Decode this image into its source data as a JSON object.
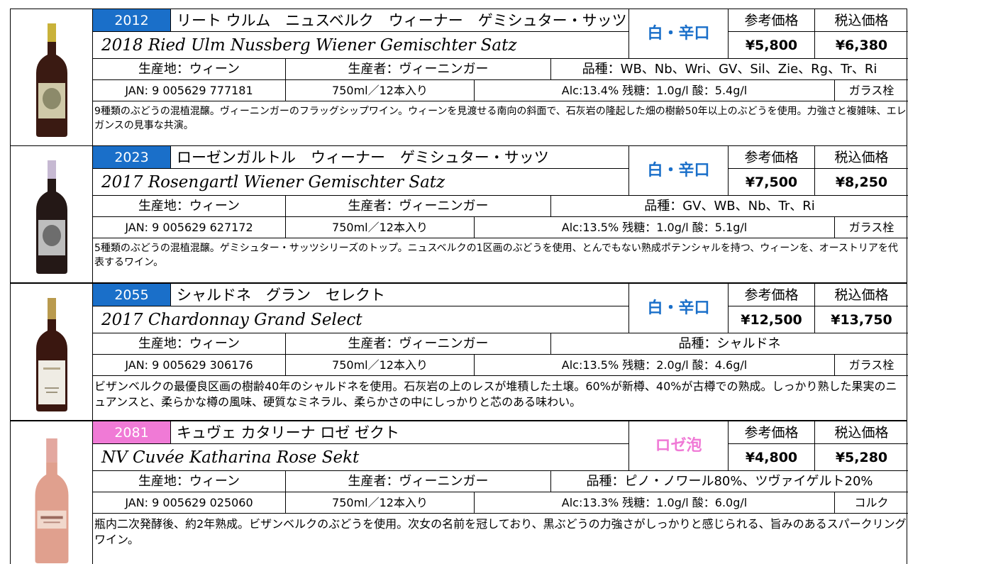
{
  "colors": {
    "white_wine": "#1a6fc9",
    "rose_wine": "#f07ad6"
  },
  "wines": [
    {
      "code": "2012",
      "name_ja": "リート ウルム　ニュスベルク　ウィーナー　ゲミシュター・サッツ",
      "name_en": "2018 Ried Ulm Nussberg Wiener Gemischter Satz",
      "type": "白・辛口",
      "price_ref_label": "参考価格",
      "price_tax_label": "税込価格",
      "price_ref": "¥5,800",
      "price_tax": "¥6,380",
      "region": "生産地：ウィーン",
      "producer": "生産者：ヴィーニンガー",
      "grapes": "品種：WB、Nb、Wri、GV、Sil、Zie、Rg、Tr、Ri",
      "jan": "JAN:  9 005629 777181",
      "volume": "750ml／12本入り",
      "analysis": "Alc:13.4%  残糖：1.0g/l  酸：5.4g/l",
      "closure": "ガラス栓",
      "description": "9種類のぶどうの混植混醸。ヴィーニンガーのフラッグシップワイン。ウィーンを見渡せる南向の斜面で、石灰岩の隆起した畑の樹齢50年以上のぶどうを使用。力強さと複雑味、エレガンスの見事な共演。"
    },
    {
      "code": "2023",
      "name_ja": "ローゼンガルトル　ウィーナー　ゲミシュター・サッツ",
      "name_en": "2017  Rosengartl Wiener Gemischter Satz",
      "type": "白・辛口",
      "price_ref_label": "参考価格",
      "price_tax_label": "税込価格",
      "price_ref": "¥7,500",
      "price_tax": "¥8,250",
      "region": "生産地：ウィーン",
      "producer": "生産者：ヴィーニンガー",
      "grapes": "品種：GV、WB、Nb、Tr、Ri",
      "jan": "JAN:  9 005629 627172",
      "volume": "750ml／12本入り",
      "analysis": "Alc:13.5%  残糖：1.0g/l  酸：5.1g/l",
      "closure": "ガラス栓",
      "description": "5種類のぶどうの混植混醸。ゲミシュター・サッツシリーズのトップ。ニュスベルクの1区画のぶどうを使用、とんでもない熟成ポテンシャルを持つ、ウィーンを、オーストリアを代表するワイン。"
    },
    {
      "code": "2055",
      "name_ja": "シャルドネ　グラン　セレクト",
      "name_en": "2017 Chardonnay Grand Select",
      "type": "白・辛口",
      "price_ref_label": "参考価格",
      "price_tax_label": "税込価格",
      "price_ref": "¥12,500",
      "price_tax": "¥13,750",
      "region": "生産地：ウィーン",
      "producer": "生産者：ヴィーニンガー",
      "grapes": "品種：シャルドネ",
      "jan": "JAN:  9 005629 306176",
      "volume": "750ml／12本入り",
      "analysis": "Alc:13.5%  残糖：2.0g/l  酸：4.6g/l",
      "closure": "ガラス栓",
      "description": "ビザンベルクの最優良区画の樹齢40年のシャルドネを使用。石灰岩の上のレスが堆積した土壌。60%が新樽、40%が古樽での熟成。しっかり熟した果実のニュアンスと、柔らかな樽の風味、硬質なミネラル、柔らかさの中にしっかりと芯のある味わい。"
    },
    {
      "code": "2081",
      "name_ja": "キュヴェ カタリーナ ロゼ ゼクト",
      "name_en": "NV    Cuvée Katharina Rose Sekt",
      "type": "ロゼ泡",
      "price_ref_label": "参考価格",
      "price_tax_label": "税込価格",
      "price_ref": "¥4,800",
      "price_tax": "¥5,280",
      "region": "生産地：ウィーン",
      "producer": "生産者：ヴィーニンガー",
      "grapes": "品種：ピノ・ノワール80%、ツヴァイゲルト20%",
      "jan": "JAN:  9 005629 025060",
      "volume": "750ml／12本入り",
      "analysis": "Alc:13.3%  残糖：1.0g/l  酸：6.0g/l",
      "closure": "コルク",
      "description": "瓶内二次発酵後、約2年熟成。ビザンベルクのぶどうを使用。次女の名前を冠しており、黒ぶどうの力強さがしっかりと感じられる、旨みのあるスパークリングワイン。"
    }
  ]
}
